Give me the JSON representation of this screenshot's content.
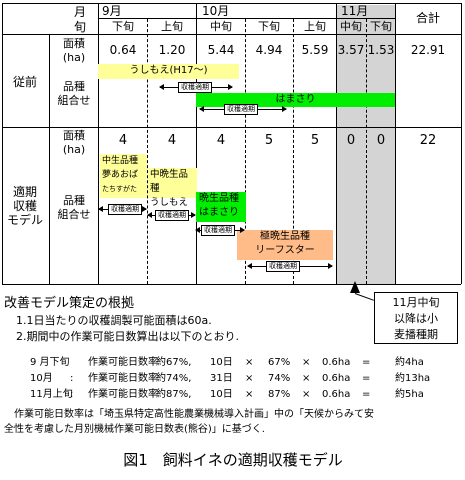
{
  "header": {
    "month_label": "月",
    "jun_label": "旬",
    "months": [
      "9月",
      "10月",
      "11月"
    ],
    "periods": [
      "下旬",
      "上旬",
      "中旬",
      "下旬",
      "上旬",
      "中旬",
      "下旬"
    ],
    "total_label": "合計"
  },
  "conventional": {
    "group_label": "従前",
    "area_label_1": "面積",
    "area_label_2": "(ha)",
    "areas": [
      "0.64",
      "1.20",
      "5.44",
      "4.94",
      "5.59",
      "3.57",
      "1.53"
    ],
    "total": "22.91",
    "combo_label_1": "品種",
    "combo_label_2": "組合せ",
    "bar_ushimoe": "うしもえ(H17〜)",
    "bar_hamasari": "はまさり",
    "period_label": "収穫適期"
  },
  "proposed": {
    "group_label_lines": [
      "適期",
      "収穫",
      "モデル"
    ],
    "area_label_1": "面積",
    "area_label_2": "(ha)",
    "areas": [
      "4",
      "4",
      "4",
      "5",
      "5",
      "0",
      "0"
    ],
    "total": "22",
    "combo_label_1": "品種",
    "combo_label_2": "組合せ",
    "box1": [
      "中生品種",
      "夢あおば",
      "たちすがた"
    ],
    "box2": [
      "中晩生品種",
      "うしもえ"
    ],
    "box3": [
      "晩生品種",
      "はまさり"
    ],
    "box4": [
      "極晩生品種",
      "リーフスター"
    ],
    "period_label": "収穫適期"
  },
  "callout": [
    "11月中旬",
    "以降は小",
    "麦播種期"
  ],
  "notes": {
    "heading": "改善モデル策定の根拠",
    "item1": "1.1日当たりの収穫調製可能面積は60a.",
    "item2": "2.期間中の作業可能日数算出は以下のとおり.",
    "calc": [
      {
        "period": "9 月下旬",
        "label": "作業可能日数率",
        "rate": "約67%,",
        "days": "10日",
        "x1": "×",
        "pct": "67%",
        "x2": "×",
        "ha": "0.6ha",
        "eq": "=",
        "result": "約4ha"
      },
      {
        "period": "10月",
        "label": "作業可能日数率",
        "rate": "約74%,",
        "days": "31日",
        "x1": "×",
        "pct": "74%",
        "x2": "×",
        "ha": "0.6ha",
        "eq": "=",
        "result": "約13ha"
      },
      {
        "period": "11月上旬",
        "label": "作業可能日数率",
        "rate": "約87%,",
        "days": "10日",
        "x1": "×",
        "pct": "87%",
        "x2": "×",
        "ha": "0.6ha",
        "eq": "=",
        "result": "約5ha"
      }
    ],
    "source_line1": "作業可能日数率は「埼玉県特定高性能農業機械導入計画」中の「天候からみて安",
    "source_line2": "全性を考慮した月別機械作業可能日数表(熊谷)」に基づく."
  },
  "caption": "図1　飼料イネの適期収穫モデル",
  "colors": {
    "yellow": "#ffff99",
    "green": "#00ee00",
    "orange": "#ffbb88",
    "gray": "#cccccc"
  }
}
